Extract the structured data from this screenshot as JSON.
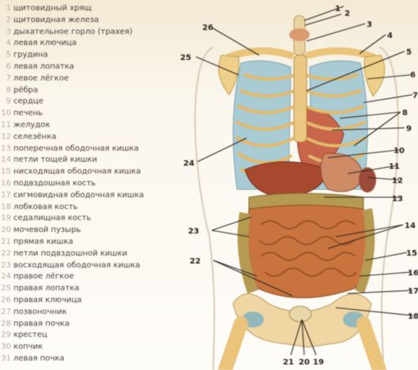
{
  "legend": [
    {
      "n": "1",
      "text": "щитовидный хрящ"
    },
    {
      "n": "2",
      "text": "щитовидная железа"
    },
    {
      "n": "3",
      "text": "дыхательное горло (трахея)"
    },
    {
      "n": "4",
      "text": "левая ключица"
    },
    {
      "n": "5",
      "text": "грудина"
    },
    {
      "n": "6",
      "text": "левая лопатка"
    },
    {
      "n": "7",
      "text": "левое лёгкое"
    },
    {
      "n": "8",
      "text": "рёбра"
    },
    {
      "n": "9",
      "text": "сердце"
    },
    {
      "n": "10",
      "text": "печень"
    },
    {
      "n": "11",
      "text": "желудок"
    },
    {
      "n": "12",
      "text": "селезёнка"
    },
    {
      "n": "13",
      "text": "поперечная ободочная кишка"
    },
    {
      "n": "14",
      "text": "петли тощей кишки"
    },
    {
      "n": "15",
      "text": "нисходящая ободочная кишка"
    },
    {
      "n": "16",
      "text": "подвздошная кость"
    },
    {
      "n": "17",
      "text": "сигмовидная ободочная кишка"
    },
    {
      "n": "18",
      "text": "лобковая кость"
    },
    {
      "n": "19",
      "text": "седалищная кость"
    },
    {
      "n": "20",
      "text": "мочевой пузырь"
    },
    {
      "n": "21",
      "text": "прямая кишка"
    },
    {
      "n": "22",
      "text": "петли подвздошной кишки"
    },
    {
      "n": "23",
      "text": "восходящая ободочная кишка"
    },
    {
      "n": "24",
      "text": "правое лёгкое"
    },
    {
      "n": "25",
      "text": "правая лопатка"
    },
    {
      "n": "26",
      "text": "правая ключица"
    },
    {
      "n": "27",
      "text": "позвоночник"
    },
    {
      "n": "28",
      "text": "правая почка"
    },
    {
      "n": "29",
      "text": "крестец"
    },
    {
      "n": "30",
      "text": "копчик"
    },
    {
      "n": "31",
      "text": "левая почка"
    }
  ],
  "callouts": {
    "c1": "1",
    "c2": "2",
    "c3": "3",
    "c4": "4",
    "c5": "5",
    "c6": "6",
    "c7": "7",
    "c8": "8",
    "c9": "9",
    "c10": "10",
    "c11": "11",
    "c12": "12",
    "c13": "13",
    "c14": "14",
    "c15": "15",
    "c16": "16",
    "c17": "17",
    "c18": "18",
    "c20": "20",
    "c21": "21",
    "c23": "23",
    "c22": "22",
    "c24": "24",
    "c25": "25",
    "c26": "26",
    "c19": "19"
  },
  "colors": {
    "legend_text": "#4a3e3a",
    "bone": "#e9c47a",
    "lung": "#a9cbd3",
    "intestine": "#c9743f",
    "liver": "#a8492f",
    "background": "#fefcf8"
  }
}
